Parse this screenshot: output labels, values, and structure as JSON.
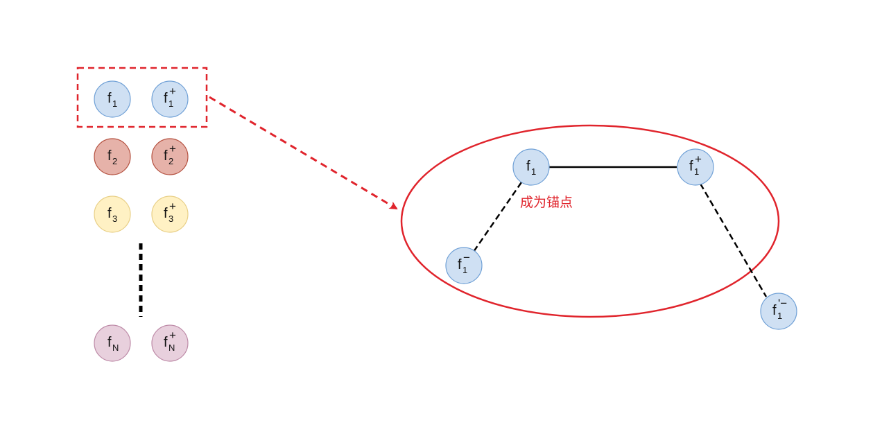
{
  "colors": {
    "blue_fill": "#cfe0f3",
    "blue_stroke": "#6fa0d6",
    "red_fill": "#e6b2a9",
    "red_stroke": "#b4503f",
    "yellow_fill": "#fff1c4",
    "yellow_stroke": "#e8cf86",
    "pink_fill": "#e8d0dd",
    "pink_stroke": "#bd8aa7",
    "highlight_red": "#e0242c",
    "line_black": "#000000"
  },
  "left_pairs": [
    {
      "id": "pair-1",
      "color": "blue",
      "a": {
        "base": "f",
        "sub": "1",
        "sup": ""
      },
      "b": {
        "base": "f",
        "sub": "1",
        "sup": "+"
      }
    },
    {
      "id": "pair-2",
      "color": "red",
      "a": {
        "base": "f",
        "sub": "2",
        "sup": ""
      },
      "b": {
        "base": "f",
        "sub": "2",
        "sup": "+"
      }
    },
    {
      "id": "pair-3",
      "color": "yellow",
      "a": {
        "base": "f",
        "sub": "3",
        "sup": ""
      },
      "b": {
        "base": "f",
        "sub": "3",
        "sup": "+"
      }
    },
    {
      "id": "pair-n",
      "color": "pink",
      "a": {
        "base": "f",
        "sub": "N",
        "sup": ""
      },
      "b": {
        "base": "f",
        "sub": "N",
        "sup": "+"
      }
    }
  ],
  "right_nodes": {
    "anchor": {
      "base": "f",
      "sub": "1",
      "sup": ""
    },
    "positive": {
      "base": "f",
      "sub": "1",
      "sup": "+"
    },
    "negative": {
      "base": "f",
      "sub": "1",
      "sup": "−"
    },
    "negative_prime": {
      "base": "f",
      "sub": "1",
      "sup": "'−"
    }
  },
  "anchor_label": "成为锚点"
}
